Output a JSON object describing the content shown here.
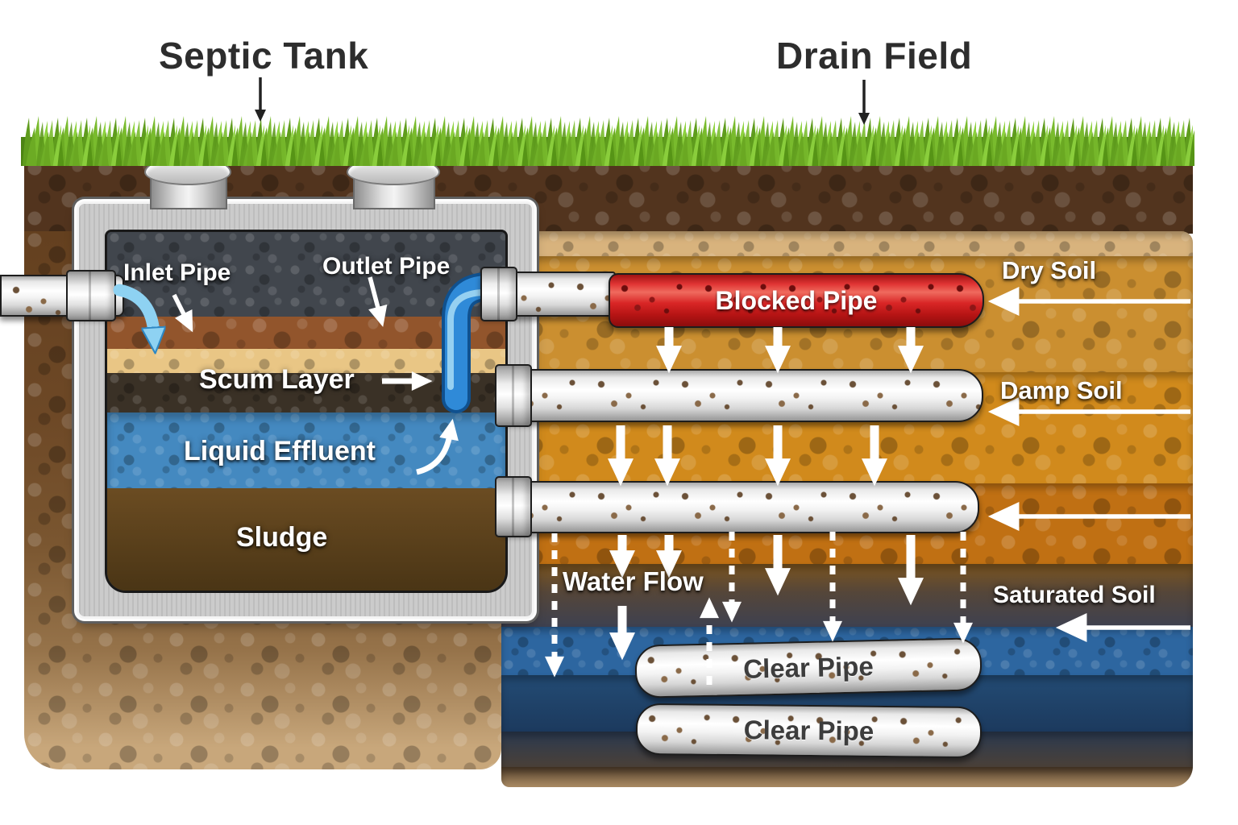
{
  "titles": {
    "left": "Septic Tank",
    "right": "Drain Field"
  },
  "tank": {
    "inlet_pipe_label": "Inlet Pipe",
    "outlet_pipe_label": "Outlet Pipe",
    "scum_layer_label": "Scum Layer",
    "liquid_effluent_label": "Liquid Effluent",
    "sludge_label": "Sludge"
  },
  "drain_field": {
    "blocked_pipe_label": "Blocked Pipe",
    "clear_pipe_1_label": "Clear Pipe",
    "clear_pipe_2_label": "Clear Pipe",
    "water_flow_label": "Water Flow",
    "soil_labels": {
      "dry": "Dry Soil",
      "damp": "Damp Soil",
      "saturated": "Saturated Soil"
    }
  },
  "colors": {
    "blocked_pipe_red": "#d92626",
    "clear_pipe_white": "#f2f2f2",
    "effluent_blue": "#4489c0",
    "saturated_soil_blue": "#2d66a0",
    "dry_soil_gold": "#cb8f30",
    "damp_soil_orange": "#d18a1c",
    "topsoil_brown": "#52341e",
    "grass_green": "#79bb2d"
  }
}
